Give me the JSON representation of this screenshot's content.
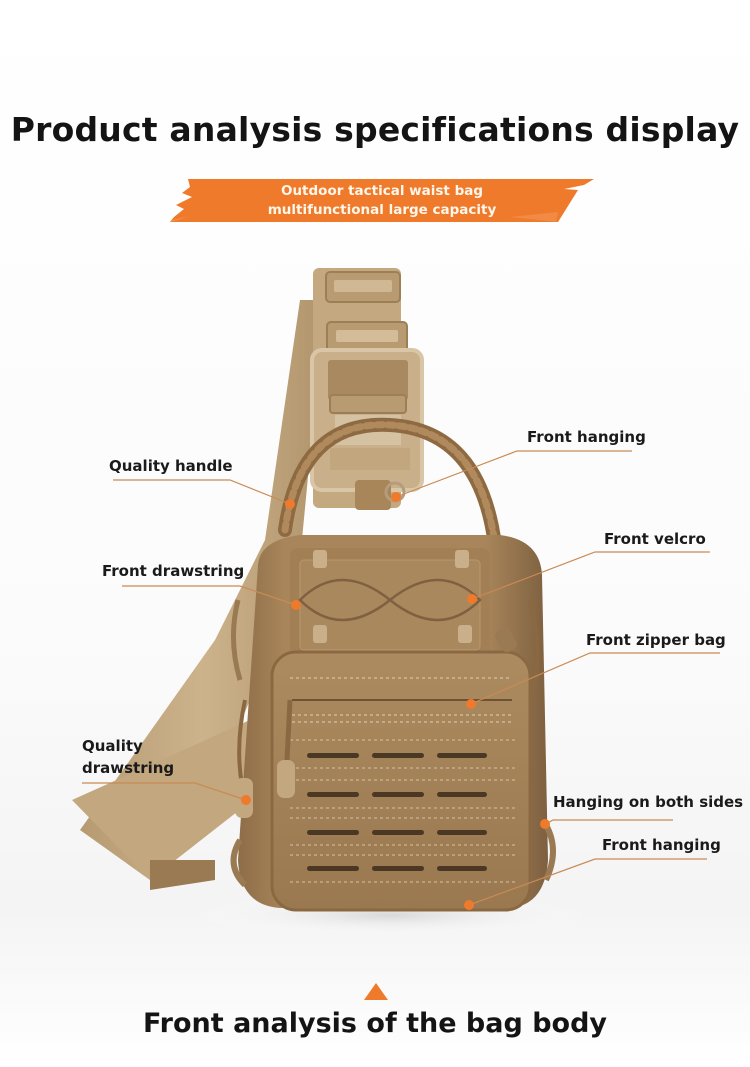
{
  "header": {
    "title": "Product analysis specifications display",
    "banner": {
      "line1": "Outdoor tactical waist bag",
      "line2": "multifunctional large capacity",
      "color": "#ef7a2c"
    }
  },
  "callouts": [
    {
      "id": "quality-handle",
      "label": "Quality handle"
    },
    {
      "id": "front-hanging-top",
      "label": "Front hanging"
    },
    {
      "id": "front-drawstring",
      "label": "Front drawstring"
    },
    {
      "id": "front-velcro",
      "label": "Front velcro"
    },
    {
      "id": "front-zipper-bag",
      "label": "Front zipper bag"
    },
    {
      "id": "quality-drawstring",
      "label_line1": "Quality",
      "label_line2": "drawstring"
    },
    {
      "id": "hanging-both-sides",
      "label": "Hanging on both sides"
    },
    {
      "id": "front-hanging-bottom",
      "label": "Front hanging"
    }
  ],
  "colors": {
    "accent": "#ef7a2c",
    "leader_line": "#c98a55",
    "bag_main": "#a9865a",
    "bag_dark": "#7d6040",
    "strap": "#c7ad86"
  },
  "footer": {
    "title": "Front analysis of the bag body"
  }
}
